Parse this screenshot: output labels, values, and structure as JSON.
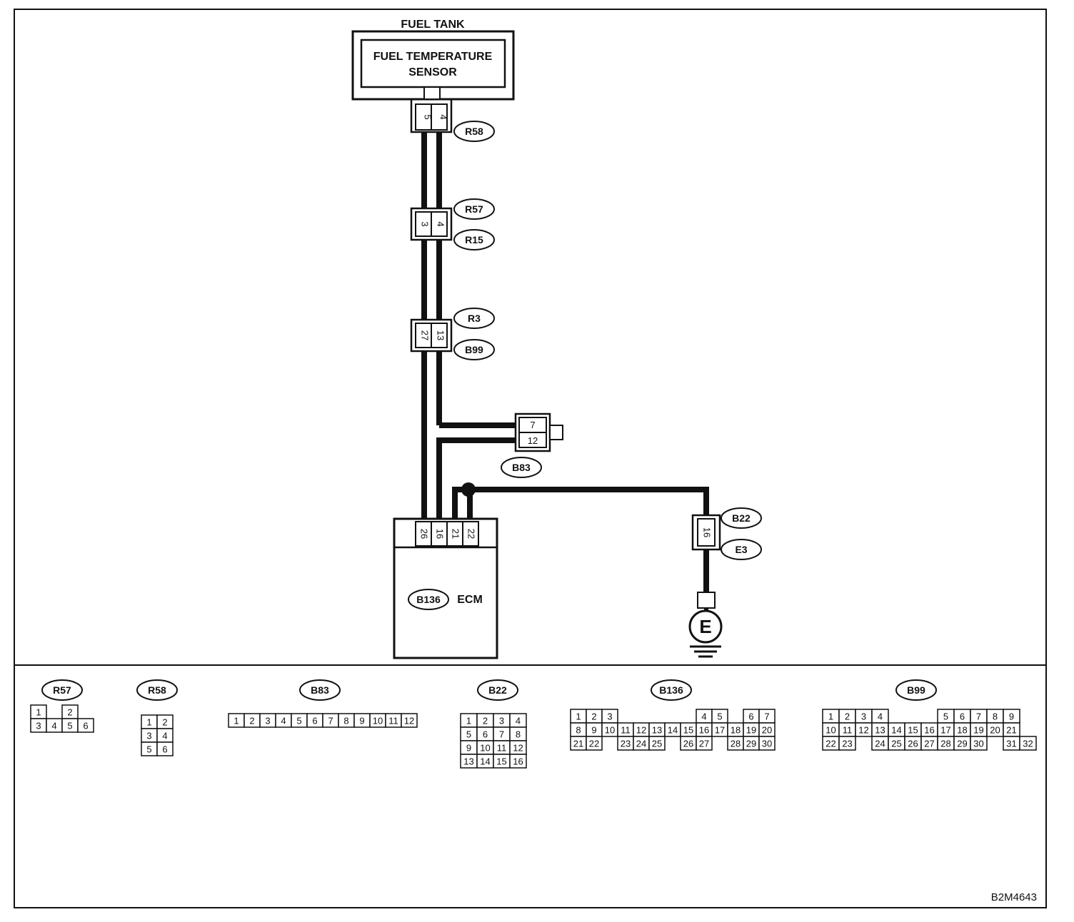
{
  "colors": {
    "ink": "#111111",
    "paper": "#ffffff"
  },
  "fuel_tank": {
    "label": "FUEL TANK",
    "sensor_line1": "FUEL TEMPERATURE",
    "sensor_line2": "SENSOR"
  },
  "connectors_main": {
    "R58": {
      "label": "R58",
      "pins": [
        "5",
        "4"
      ]
    },
    "R57_R15": {
      "labels": [
        "R57",
        "R15"
      ],
      "pins": [
        "3",
        "4"
      ]
    },
    "R3_B99": {
      "labels": [
        "R3",
        "B99"
      ],
      "pins": [
        "27",
        "13"
      ]
    },
    "B83": {
      "label": "B83",
      "pins": [
        "7",
        "12"
      ]
    },
    "B22_E3": {
      "labels": [
        "B22",
        "E3"
      ],
      "pin": "16"
    },
    "ecm": {
      "connector": "B136",
      "label": "ECM",
      "pins": [
        "26",
        "16",
        "21",
        "22"
      ]
    },
    "ground": {
      "label": "E",
      "icon": "ground-icon"
    }
  },
  "connector_faces": {
    "R57": {
      "label": "R57",
      "rows": [
        [
          "1",
          "",
          "2"
        ],
        [
          "3",
          "4",
          "5",
          "6"
        ]
      ]
    },
    "R58": {
      "label": "R58",
      "rows": [
        [
          "1",
          "2"
        ],
        [
          "3",
          "4"
        ],
        [
          "5",
          "6"
        ]
      ]
    },
    "B83": {
      "label": "B83",
      "rows": [
        [
          "1",
          "2",
          "3",
          "4",
          "5",
          "6",
          "7",
          "8",
          "9",
          "10",
          "11",
          "12"
        ]
      ]
    },
    "B22": {
      "label": "B22",
      "rows": [
        [
          "1",
          "2",
          "3",
          "4"
        ],
        [
          "5",
          "6",
          "7",
          "8"
        ],
        [
          "9",
          "10",
          "11",
          "12"
        ],
        [
          "13",
          "14",
          "15",
          "16"
        ]
      ]
    },
    "B136": {
      "label": "B136",
      "rows": [
        [
          "1",
          "2",
          "3",
          "",
          "",
          "",
          "",
          "",
          "4",
          "5",
          "",
          "6",
          "7"
        ],
        [
          "8",
          "9",
          "10",
          "11",
          "12",
          "13",
          "14",
          "15",
          "16",
          "17",
          "18",
          "19",
          "20"
        ],
        [
          "21",
          "22",
          "",
          "23",
          "24",
          "25",
          "",
          "26",
          "27",
          "",
          "28",
          "29",
          "30"
        ]
      ]
    },
    "B99": {
      "label": "B99",
      "rows": [
        [
          "1",
          "2",
          "3",
          "4",
          "",
          "",
          "",
          "5",
          "6",
          "7",
          "8",
          "9"
        ],
        [
          "10",
          "11",
          "12",
          "13",
          "14",
          "15",
          "16",
          "17",
          "18",
          "19",
          "20",
          "21"
        ],
        [
          "22",
          "23",
          "",
          "24",
          "25",
          "26",
          "27",
          "28",
          "29",
          "30",
          "",
          "31",
          "32"
        ]
      ]
    }
  },
  "figure_id": "B2M4643"
}
